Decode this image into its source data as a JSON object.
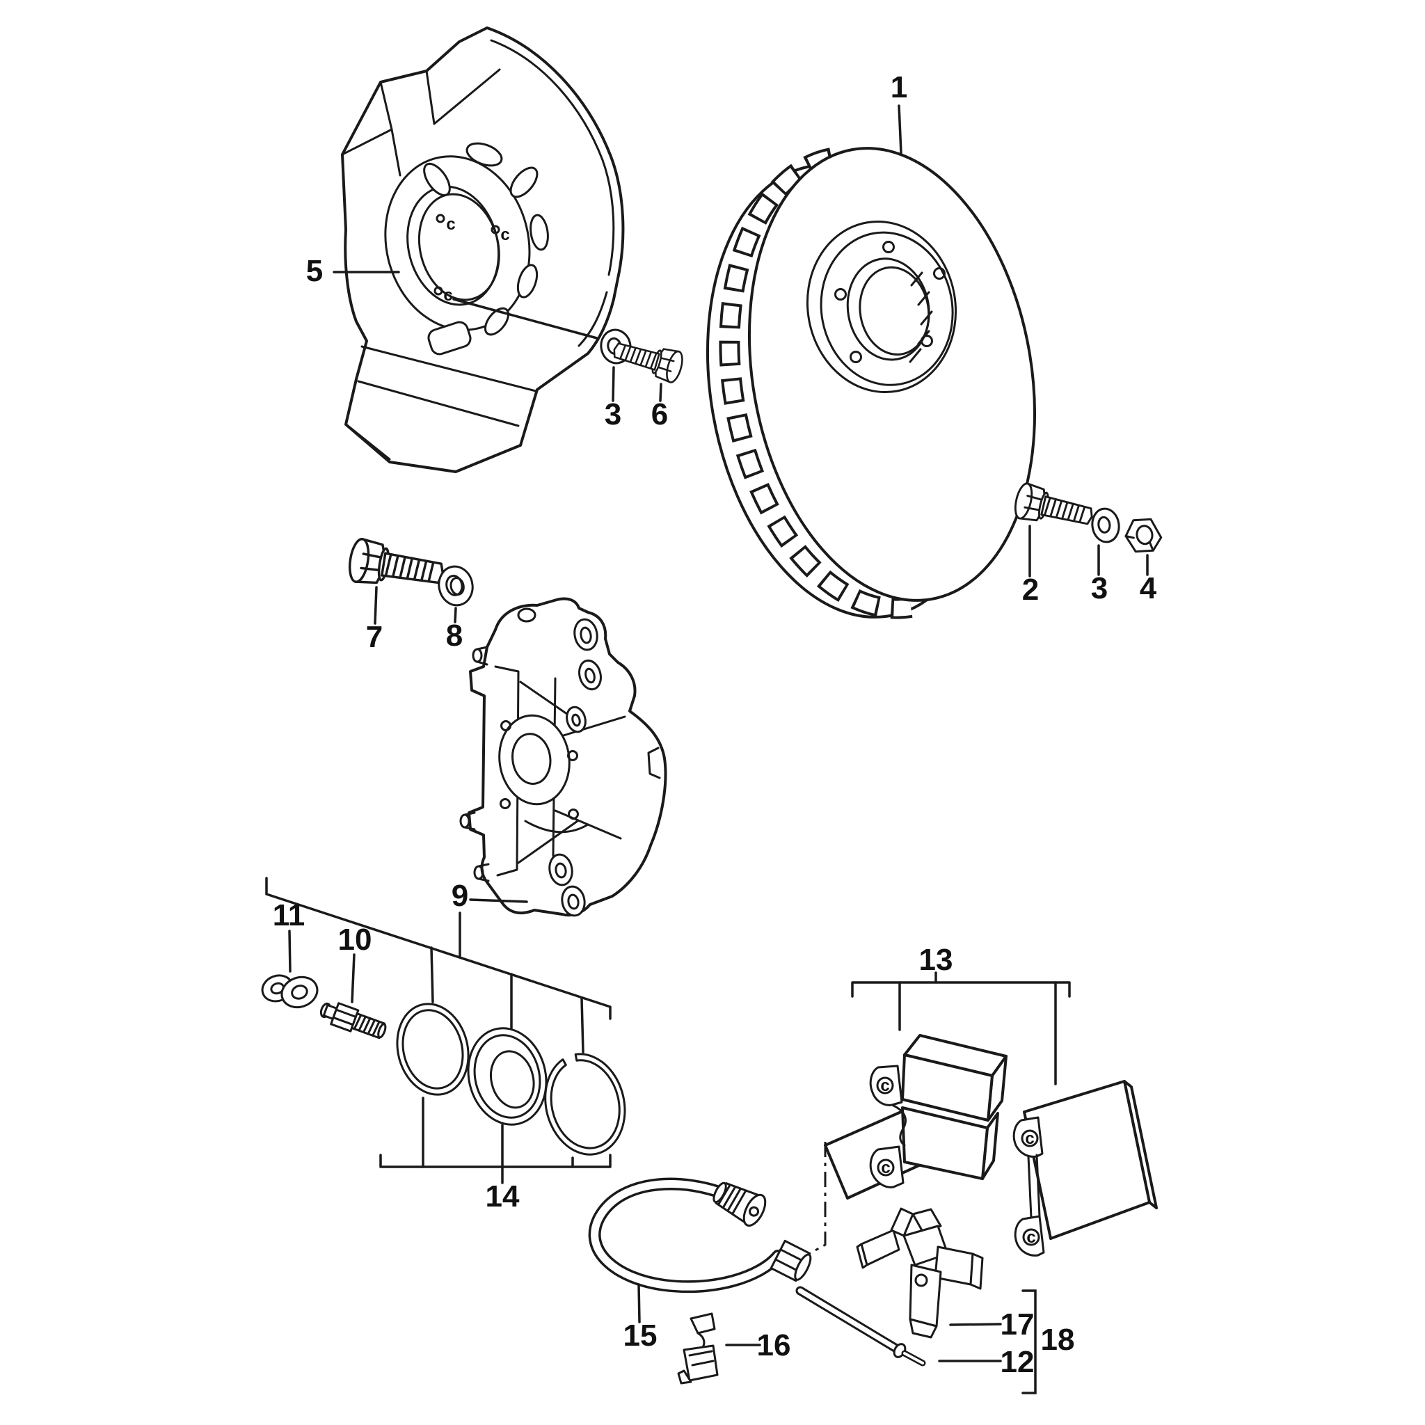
{
  "diagram": {
    "background": "#ffffff",
    "line_color": "#1a1a1a",
    "type": "exploded-parts-diagram"
  },
  "callouts": [
    {
      "label": "1"
    },
    {
      "label": "5"
    },
    {
      "label": "3"
    },
    {
      "label": "6"
    },
    {
      "label": "2"
    },
    {
      "label": "3"
    },
    {
      "label": "4"
    },
    {
      "label": "7"
    },
    {
      "label": "8"
    },
    {
      "label": "9"
    },
    {
      "label": "10"
    },
    {
      "label": "11"
    },
    {
      "label": "13"
    },
    {
      "label": "14"
    },
    {
      "label": "15"
    },
    {
      "label": "16"
    },
    {
      "label": "17"
    },
    {
      "label": "12"
    },
    {
      "label": "18"
    }
  ],
  "hole_marks": [
    {
      "label": "c"
    },
    {
      "label": "c"
    },
    {
      "label": "c"
    },
    {
      "label": "c"
    },
    {
      "label": "c"
    },
    {
      "label": "c"
    },
    {
      "label": "c"
    }
  ]
}
